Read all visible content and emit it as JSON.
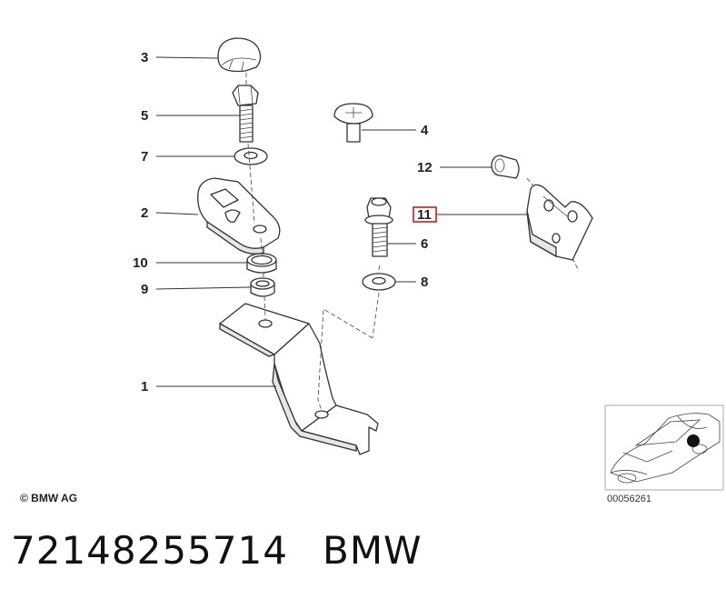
{
  "callouts": {
    "c1": "1",
    "c2": "2",
    "c3": "3",
    "c4": "4",
    "c5": "5",
    "c6": "6",
    "c7": "7",
    "c8": "8",
    "c9": "9",
    "c10": "10",
    "c11": "11",
    "c12": "12"
  },
  "highlighted_callout": "11",
  "highlight_color": "#d01c1c",
  "copyright": "© BMW AG",
  "thumbnail_ref": "00056261",
  "footer": {
    "part_number": "72148255714",
    "brand": "BMW"
  }
}
